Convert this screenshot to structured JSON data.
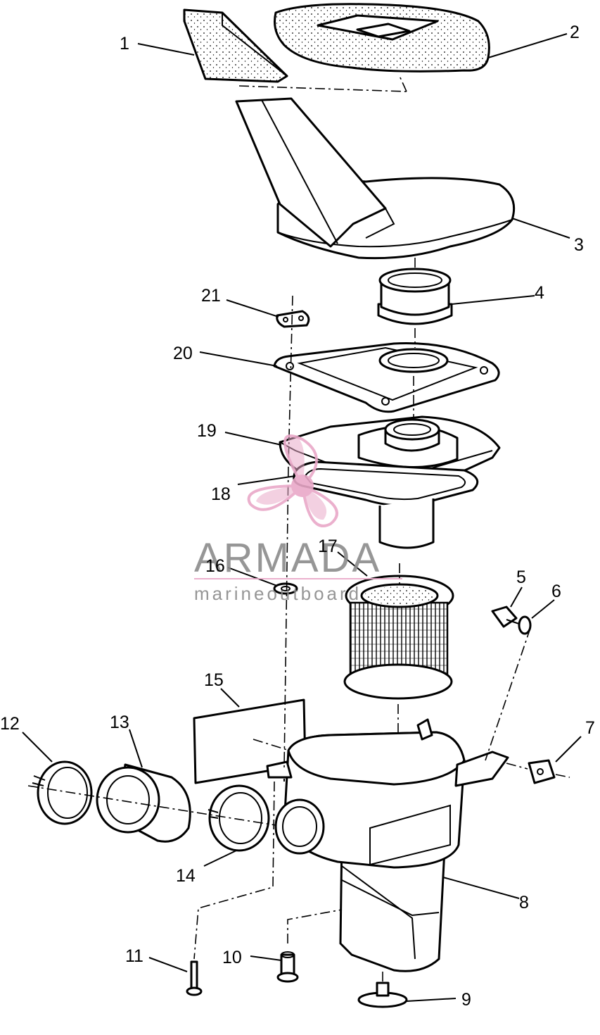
{
  "callouts": [
    {
      "number": "1"
    },
    {
      "number": "2"
    },
    {
      "number": "3"
    },
    {
      "number": "4"
    },
    {
      "number": "5"
    },
    {
      "number": "6"
    },
    {
      "number": "7"
    },
    {
      "number": "8"
    },
    {
      "number": "9"
    },
    {
      "number": "10"
    },
    {
      "number": "11"
    },
    {
      "number": "12"
    },
    {
      "number": "13"
    },
    {
      "number": "14"
    },
    {
      "number": "15"
    },
    {
      "number": "16"
    },
    {
      "number": "17"
    },
    {
      "number": "18"
    },
    {
      "number": "19"
    },
    {
      "number": "20"
    },
    {
      "number": "21"
    }
  ],
  "watermark": {
    "brand": "ARMADA",
    "tagline": "marineoutboard",
    "logo_color": "#e9a8c8",
    "text_color": "#8b8b8b"
  }
}
